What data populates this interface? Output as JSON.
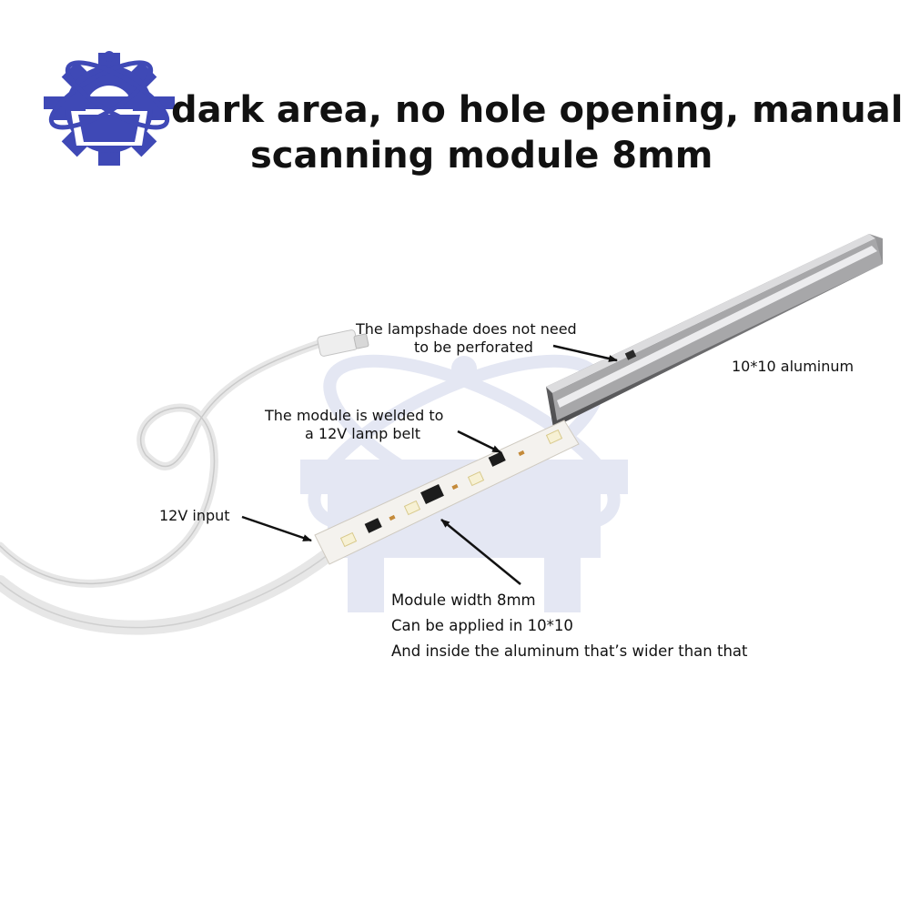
{
  "title": {
    "line1": "dark area, no hole opening, manual",
    "line2": "scanning module 8mm"
  },
  "callouts": {
    "lampshade_line1": "The lampshade does not need",
    "lampshade_line2": "to be perforated",
    "aluminum": "10*10 aluminum",
    "module_line1": "The module is welded to",
    "module_line2": "a 12V lamp belt",
    "input": "12V input"
  },
  "notes": [
    "Module width 8mm",
    "Can be applied in 10*10",
    "And inside the aluminum that’s wider than that"
  ],
  "colors": {
    "logo": "#3f49b6",
    "watermark": "#e4e7f3",
    "aluminum_dark": "#5c5c5e",
    "aluminum_light": "#c9c9cb",
    "pcb": "#f4f2ee",
    "led": "#f7f1d4",
    "chip": "#1c1c1c",
    "cable": "#e7e7e7"
  }
}
